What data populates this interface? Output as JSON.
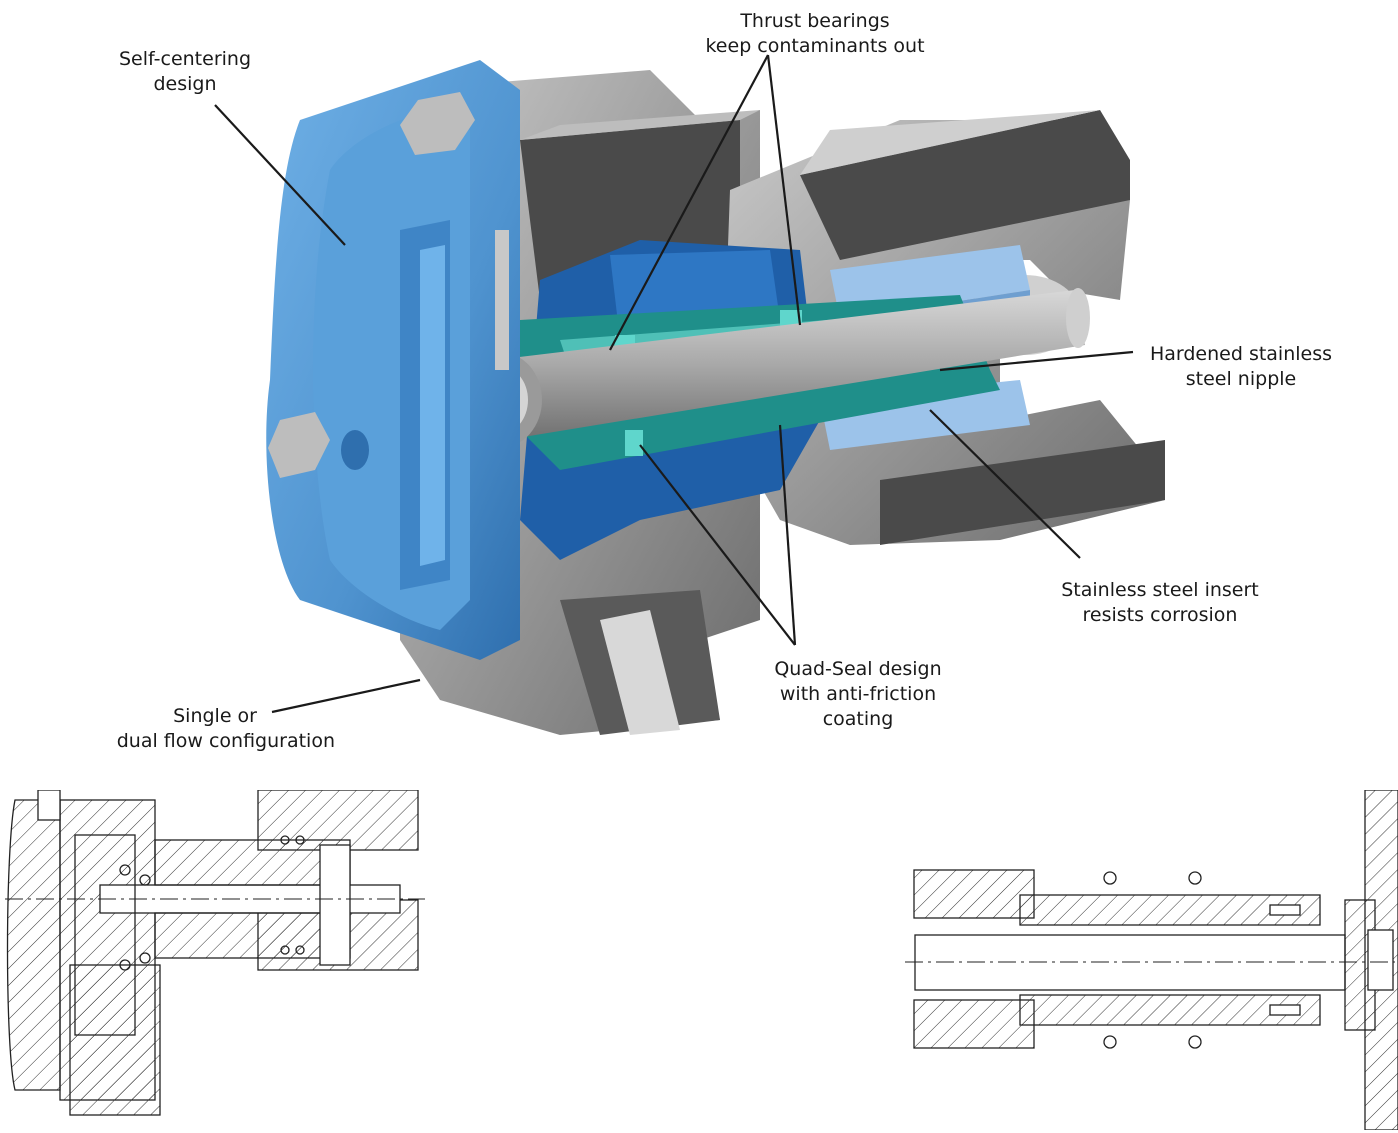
{
  "callouts": {
    "self_centering": [
      "Self-centering",
      "design"
    ],
    "thrust_bearings": [
      "Thrust bearings",
      "keep contaminants out"
    ],
    "nipple": [
      "Hardened stainless",
      "steel nipple"
    ],
    "insert": [
      "Stainless steel insert",
      "resists corrosion"
    ],
    "quad_seal": [
      "Quad-Seal design",
      "with anti-friction",
      "coating"
    ],
    "flow_config": [
      "Single or",
      "dual flow configuration"
    ]
  },
  "colors": {
    "flange_blue": "#4f93cf",
    "flange_blue_dark": "#2f6fae",
    "housing_gray": "#8f8f8f",
    "housing_gray_light": "#b9b9b9",
    "housing_gray_dark": "#5a5a5a",
    "seal_teal": "#1f8f8a",
    "insert_light_blue": "#9cc3ea",
    "leader_line": "#1a1a1a",
    "drawing_line": "#222222"
  }
}
